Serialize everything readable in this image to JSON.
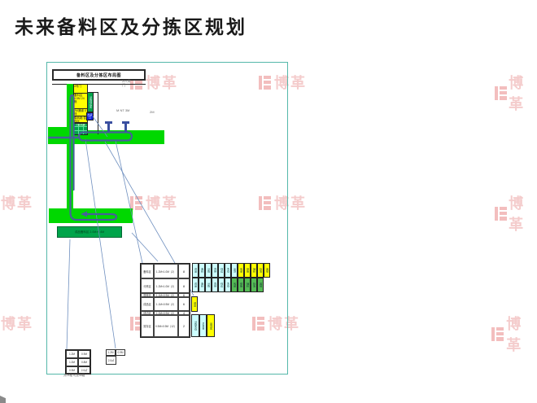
{
  "title": "未来备料区及分拣区规划",
  "watermark": {
    "text": "博革"
  },
  "diagram": {
    "header": "备料区及分拣区布局图",
    "door_label_1": "207库",
    "door_label_2": "门",
    "dim_label_1": "M NT 3M",
    "dim_label_2": "2M",
    "yellow_col": [
      "4号门",
      "备料区 4.5M 24格",
      "2M通道 4排",
      "周转箱 暂存区"
    ],
    "mini_grid": "分拣格架",
    "green_col": "分拣线边区",
    "blue_box": "出货口",
    "area_label": "成品备料区 2.0M×9.4M"
  },
  "left_table": {
    "rows": [
      {
        "c1": "备料区",
        "c2": "1.2M×1.0M（2）",
        "c3": "8"
      },
      {
        "c1": "分拣区",
        "c2": "1.2M×1.0M（2）",
        "c3": "8"
      },
      {
        "c1": "周转区",
        "c2": "1.1M×0.9M（2）",
        "c3": "6"
      },
      {
        "c1": "成品区",
        "c2": "1.1M×0.9M（2）",
        "c3": "6"
      },
      {
        "c1": "线边区",
        "c2": "1.0M×0.9M（2）",
        "c3": "4"
      },
      {
        "c1": "暂存区",
        "c2": "0.9M×0.9M（12）",
        "c3": "2"
      }
    ]
  },
  "grid": {
    "row1": [
      "成品",
      "备料",
      "分拣",
      "周转",
      "线边",
      "暂存",
      "出货",
      "包装",
      "纸箱",
      "辅料",
      "标签",
      "其他"
    ],
    "row2": [
      "成品",
      "备料",
      "分拣",
      "周转",
      "线边",
      "暂存",
      "包装",
      "纸箱",
      "辅料",
      "标签",
      "其他"
    ]
  },
  "single_cell": "通道",
  "small_table": [
    "分拣暂存",
    "周转箱",
    "出货区"
  ],
  "table_a": {
    "rows": [
      [
        "1.2M",
        "0.9M"
      ],
      [
        "1.0M",
        "0.8M"
      ],
      [
        "0.9M",
        "2.0㎡"
      ]
    ],
    "caption": "共24格 可放48箱"
  },
  "table_b": {
    "r1c1": "1.2M",
    "r1c2": "0.9M",
    "r2c1": "2.0㎡"
  }
}
